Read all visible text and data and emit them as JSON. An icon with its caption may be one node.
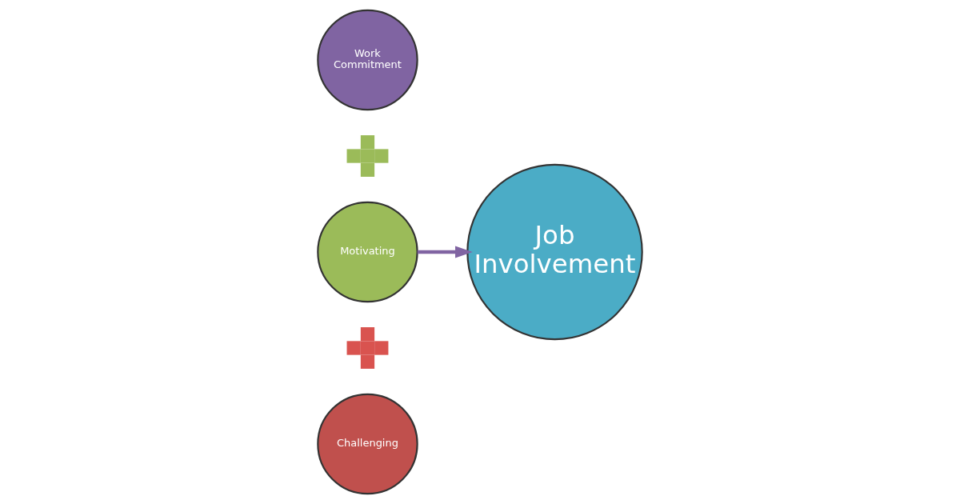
{
  "diagram": {
    "nodes": [
      {
        "text": [
          "Challenging"
        ]
      },
      {
        "text": [],
        "shape": "plus"
      },
      {
        "text": [
          "Motivating"
        ]
      },
      {
        "text": [],
        "shape": "plus"
      },
      {
        "text": [
          "Work Commitment"
        ]
      },
      {
        "text": [
          "Job Involvement"
        ]
      }
    ],
    "edges": [
      {
        "from": 2,
        "to": 5,
        "arrow": "to"
      }
    ]
  }
}
